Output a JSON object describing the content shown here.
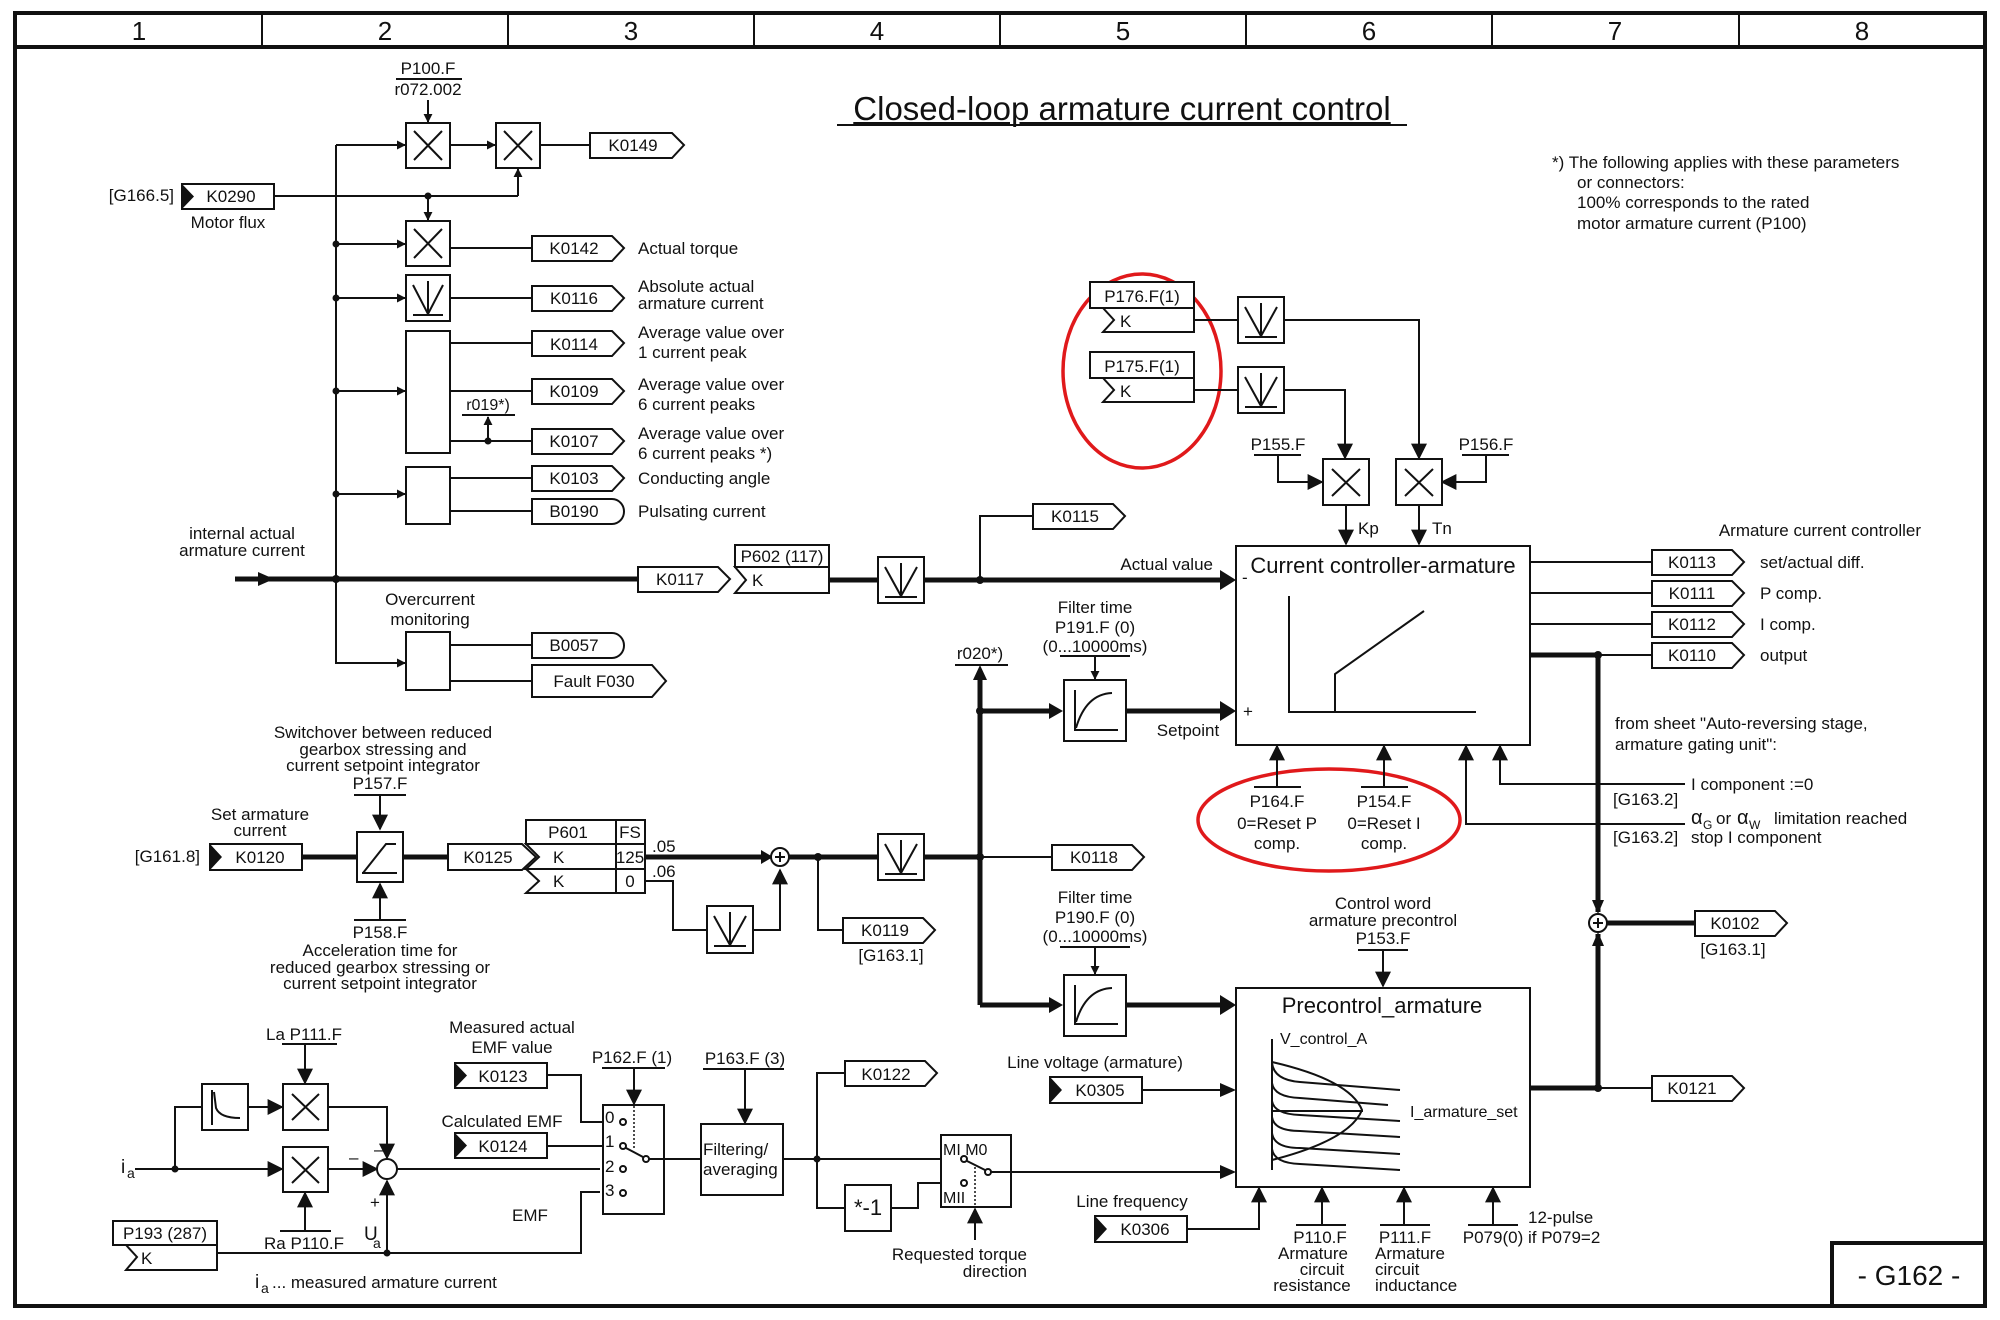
{
  "sheet": {
    "title": "Closed-loop armature current control",
    "sheet_id": "- G162 -",
    "columns": [
      "1",
      "2",
      "3",
      "4",
      "5",
      "6",
      "7",
      "8"
    ]
  },
  "footnote": {
    "line1": "*)  The following applies with these parameters",
    "line2": "or connectors:",
    "line3": "100% corresponds to the rated",
    "line4": "motor armature current (P100)"
  },
  "top": {
    "p100": "P100.F",
    "r072": "r072.002",
    "k0290_ref": "[G166.5]",
    "k0290": "K0290",
    "motor_flux": "Motor flux",
    "k0149": "K0149",
    "k0142": "K0142",
    "k0142_desc": "Actual torque",
    "k0116": "K0116",
    "k0116_desc1": "Absolute actual",
    "k0116_desc2": "armature current",
    "k0114": "K0114",
    "k0114_desc1": "Average value over",
    "k0114_desc2": "1 current peak",
    "k0109": "K0109",
    "k0109_desc1": "Average value over",
    "k0109_desc2": "6 current peaks",
    "r019": "r019*)",
    "k0107": "K0107",
    "k0107_desc1": "Average value over",
    "k0107_desc2": "6 current peaks  *)",
    "k0103": "K0103",
    "k0103_desc": "Conducting angle",
    "b0190": "B0190",
    "b0190_desc": "Pulsating current"
  },
  "actual": {
    "input1": "internal actual",
    "input2": "armature current",
    "k0117": "K0117",
    "p602": "P602 (117)",
    "k": "K",
    "k0115": "K0115",
    "actual_value": "Actual value",
    "overcurrent1": "Overcurrent",
    "overcurrent2": "monitoring",
    "b0057": "B0057",
    "fault": "Fault F030"
  },
  "gains": {
    "p176": "P176.F(1)",
    "p175": "P175.F(1)",
    "k": "K",
    "p155": "P155.F",
    "p156": "P156.F",
    "kp": "Kp",
    "tn": "Tn"
  },
  "controller": {
    "title": "Current controller-armature",
    "minus": "-",
    "plus": "+",
    "section_label": "Armature current controller",
    "outputs": [
      {
        "id": "K0113",
        "desc": "set/actual diff."
      },
      {
        "id": "K0111",
        "desc": "P comp."
      },
      {
        "id": "K0112",
        "desc": "I comp."
      },
      {
        "id": "K0110",
        "desc": "output"
      }
    ],
    "p164": "P164.F",
    "p164_desc1": "0=Reset P",
    "p164_desc2": "comp.",
    "p154": "P154.F",
    "p154_desc1": "0=Reset I",
    "p154_desc2": "comp.",
    "from_sheet1": "from sheet \"Auto-reversing stage,",
    "from_sheet2": "armature gating unit\":",
    "i_comp_zero": "I component :=0",
    "ref1": "[G163.2]",
    "alpha_text": "limitation reached",
    "alpha_g": "α",
    "sub_g": "G",
    "or": "or",
    "alpha_w": "α",
    "sub_w": "W",
    "ref2": "[G163.2]",
    "stop_i": "stop I component"
  },
  "setpoint": {
    "r020": "r020*)",
    "filter_time": "Filter time",
    "p191": "P191.F (0)",
    "range": "(0...10000ms)",
    "setpoint_label": "Setpoint",
    "switch1": "Switchover between reduced",
    "switch2": "gearbox stressing and",
    "switch3": "current setpoint integrator",
    "p157": "P157.F",
    "set_arm1": "Set armature",
    "set_arm2": "current",
    "k0120_ref": "[G161.8]",
    "k0120": "K0120",
    "k0125": "K0125",
    "p601": "P601",
    "fs": "FS",
    "k": "K",
    "v125": "125",
    "v0": "0",
    "idx05": ".05",
    "idx06": ".06",
    "p158": "P158.F",
    "accel1": "Acceleration time for",
    "accel2": "reduced gearbox stressing or",
    "accel3": "current setpoint integrator",
    "k0118": "K0118",
    "k0119": "K0119",
    "k0119_ref": "[G163.1]",
    "filter_time2": "Filter time",
    "p190": "P190.F (0)",
    "range2": "(0...10000ms)"
  },
  "precontrol": {
    "cw1": "Control word",
    "cw2": "armature precontrol",
    "p153": "P153.F",
    "title": "Precontrol_armature",
    "v_label": "V_control_A",
    "i_label": "I_armature_set",
    "k0121": "K0121",
    "k0102": "K0102",
    "k0102_ref": "[G163.1]",
    "line_voltage": "Line voltage (armature)",
    "k0305": "K0305",
    "line_freq": "Line frequency",
    "k0306": "K0306",
    "p110": "P110.F",
    "p110_d1": "Armature",
    "p110_d2": "circuit",
    "p110_d3": "resistance",
    "p111": "P111.F",
    "p111_d1": "Armature",
    "p111_d2": "circuit",
    "p111_d3": "inductance",
    "p079": "P079(0)",
    "pulse1": "12-pulse",
    "pulse2": "if P079=2"
  },
  "emf": {
    "la": "La P111.F",
    "ra": "Ra P110.F",
    "ia": "i",
    "ia_sub": "a",
    "ua": "U",
    "ua_sub": "a",
    "minus": "–",
    "plus": "+",
    "p193": "P193 (287)",
    "k": "K",
    "ia_note_i": "i",
    "ia_note_sub": "a",
    "ia_note": " ... measured armature current",
    "measured1": "Measured actual",
    "measured2": "EMF value",
    "k0123": "K0123",
    "calculated": "Calculated EMF",
    "k0124": "K0124",
    "emf_label": "EMF",
    "p162": "P162.F (1)",
    "sw": [
      "0",
      "1",
      "2",
      "3"
    ],
    "p163": "P163.F (3)",
    "filter1": "Filtering/",
    "filter2": "averaging",
    "k0122": "K0122",
    "neg": "*-1",
    "mi_m0": "MI M0",
    "mii": "MII",
    "torque1": "Requested torque",
    "torque2": "direction"
  }
}
